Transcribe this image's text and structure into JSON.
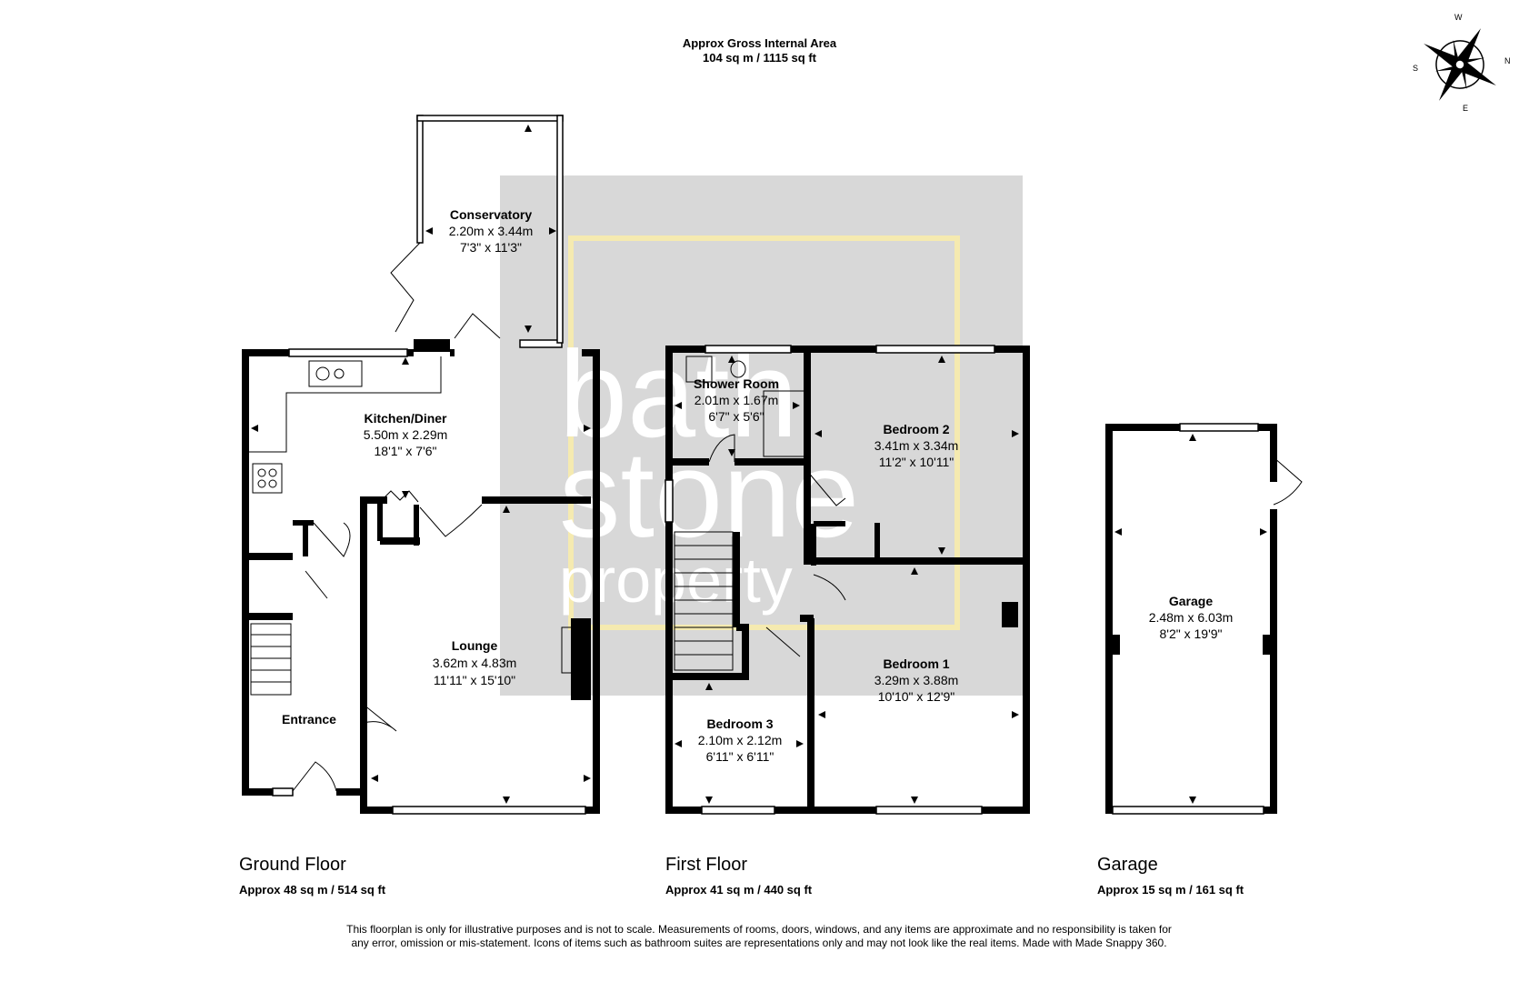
{
  "header": {
    "line1": "Approx Gross Internal Area",
    "line2": "104 sq m / 1115 sq ft"
  },
  "compass": {
    "n": "N",
    "e": "E",
    "s": "S",
    "w": "W"
  },
  "watermark": {
    "line1": "bath",
    "line2": "stone",
    "line3": "property"
  },
  "rooms": {
    "conservatory": {
      "name": "Conservatory",
      "metric": "2.20m x 3.44m",
      "imperial": "7'3\" x 11'3\""
    },
    "kitchen": {
      "name": "Kitchen/Diner",
      "metric": "5.50m x 2.29m",
      "imperial": "18'1\" x 7'6\""
    },
    "lounge": {
      "name": "Lounge",
      "metric": "3.62m x 4.83m",
      "imperial": "11'11\" x 15'10\""
    },
    "entrance": {
      "name": "Entrance"
    },
    "shower": {
      "name": "Shower Room",
      "metric": "2.01m x 1.67m",
      "imperial": "6'7\" x 5'6\""
    },
    "bedroom2": {
      "name": "Bedroom 2",
      "metric": "3.41m x 3.34m",
      "imperial": "11'2\" x 10'11\""
    },
    "bedroom1": {
      "name": "Bedroom 1",
      "metric": "3.29m x 3.88m",
      "imperial": "10'10\" x 12'9\""
    },
    "bedroom3": {
      "name": "Bedroom 3",
      "metric": "2.10m x 2.12m",
      "imperial": "6'11\" x 6'11\""
    },
    "garage": {
      "name": "Garage",
      "metric": "2.48m x 6.03m",
      "imperial": "8'2\" x 19'9\""
    }
  },
  "floors": {
    "ground": {
      "label": "Ground Floor",
      "area": "Approx 48 sq m / 514 sq ft"
    },
    "first": {
      "label": "First Floor",
      "area": "Approx 41 sq m / 440 sq ft"
    },
    "garage": {
      "label": "Garage",
      "area": "Approx 15 sq m / 161 sq ft"
    }
  },
  "disclaimer": "This floorplan is only for illustrative purposes and is not to scale. Measurements of rooms, doors, windows, and any items are approximate and no responsibility is taken for any error, omission or mis-statement. Icons of items such as bathroom suites are representations only and may not look like the real items. Made with Made Snappy 360.",
  "colors": {
    "wall": "#000000",
    "watermark_box": "#d8d8d8",
    "watermark_frame": "#f5eab0",
    "watermark_text": "#ffffff"
  }
}
